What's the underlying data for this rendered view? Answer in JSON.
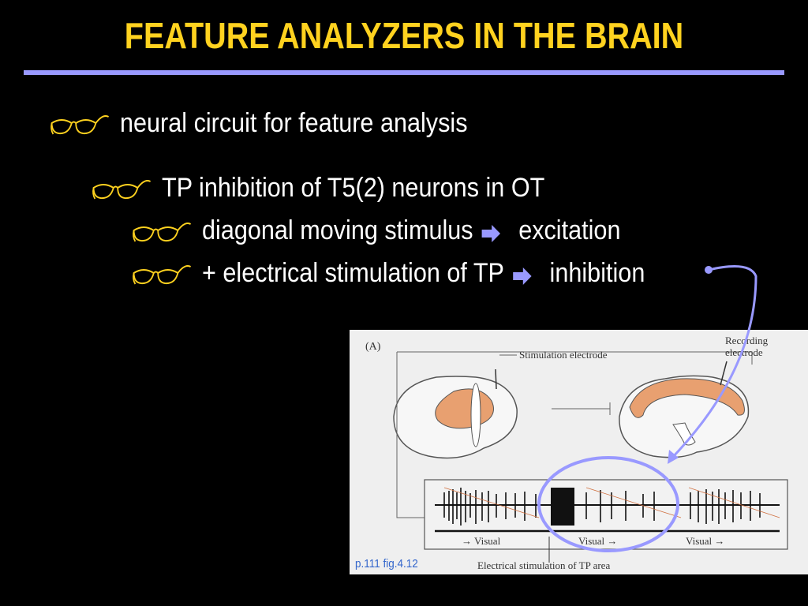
{
  "slide": {
    "title": "FEATURE ANALYZERS IN THE BRAIN",
    "accent_color": "#FFD21F",
    "rule_color": "#9999FF",
    "bullet_icon": "eyeglasses-icon",
    "arrow_icon": "right-arrow-icon"
  },
  "bullets": {
    "level1": "neural circuit for feature analysis",
    "level2": "TP inhibition of T5(2) neurons in OT",
    "level3a": {
      "pre": "diagonal moving stimulus",
      "post": "excitation"
    },
    "level3b": {
      "pre": "+ electrical stimulation of TP",
      "post": "inhibition"
    }
  },
  "figure": {
    "panel_label": "(A)",
    "stim_label": "Stimulation electrode",
    "rec_label_1": "Recording",
    "rec_label_2": "electrode",
    "visual_1": "→ Visual",
    "visual_2": "Visual →",
    "visual_3": "Visual →",
    "bottom_label": "Electrical stimulation of TP area",
    "caption": "p.111 fig.4.12"
  }
}
